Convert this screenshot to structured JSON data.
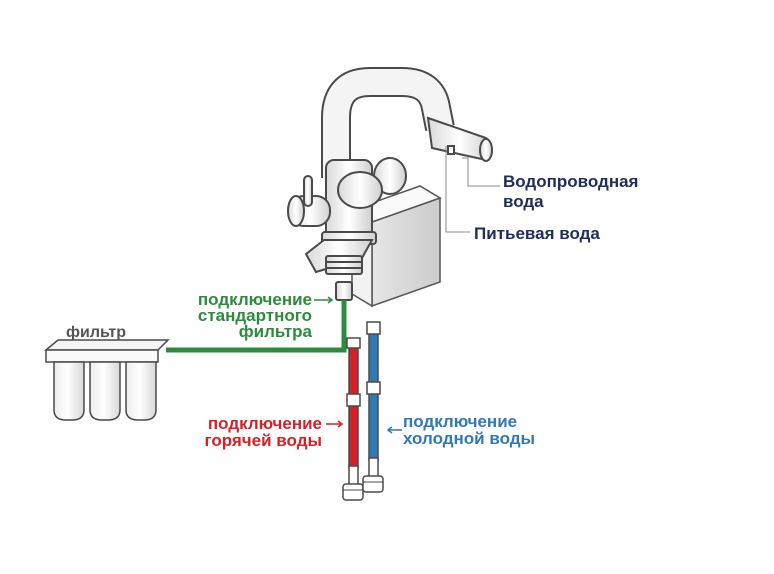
{
  "labels": {
    "tap_water_line1": "Водопроводная",
    "tap_water_line2": "вода",
    "drinking_water": "Питьевая вода",
    "filter_conn_line1": "подключение",
    "filter_conn_line2": "стандартного",
    "filter_conn_line3": "фильтра",
    "filter": "фильтр",
    "hot_line1": "подключение",
    "hot_line2": "горячей воды",
    "cold_line1": "подключение",
    "cold_line2": "холодной воды"
  },
  "colors": {
    "navy": "#1f2d5a",
    "green": "#2e8b3e",
    "red": "#d62027",
    "blue": "#2f79b9",
    "outline": "#4a4a4a"
  },
  "icons": [
    "faucet",
    "filter-cartridges",
    "hot-water-hose",
    "cold-water-hose",
    "filter-tube"
  ]
}
